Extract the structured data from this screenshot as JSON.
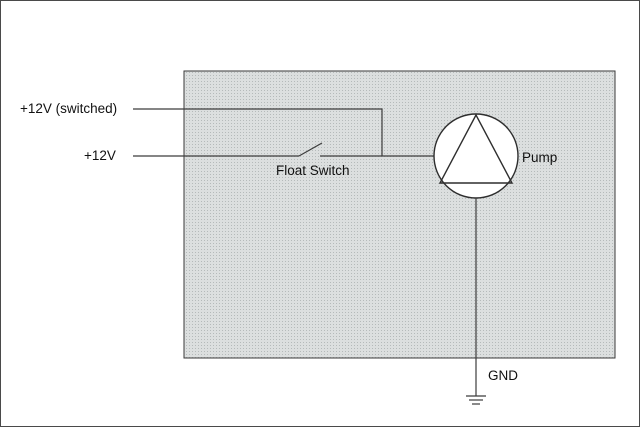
{
  "labels": {
    "supply_switched": "+12V (switched)",
    "supply": "+12V",
    "float_switch": "Float Switch",
    "pump": "Pump",
    "ground": "GND"
  },
  "colors": {
    "enclosure_fill": "#d9dcdc",
    "enclosure_dot": "#b8bcbc",
    "enclosure_border": "#3a3a3a",
    "wire": "#3c3c3c"
  },
  "icons": {
    "pump": "pump-symbol-icon",
    "ground": "ground-symbol-icon",
    "switch": "switch-symbol-icon"
  }
}
